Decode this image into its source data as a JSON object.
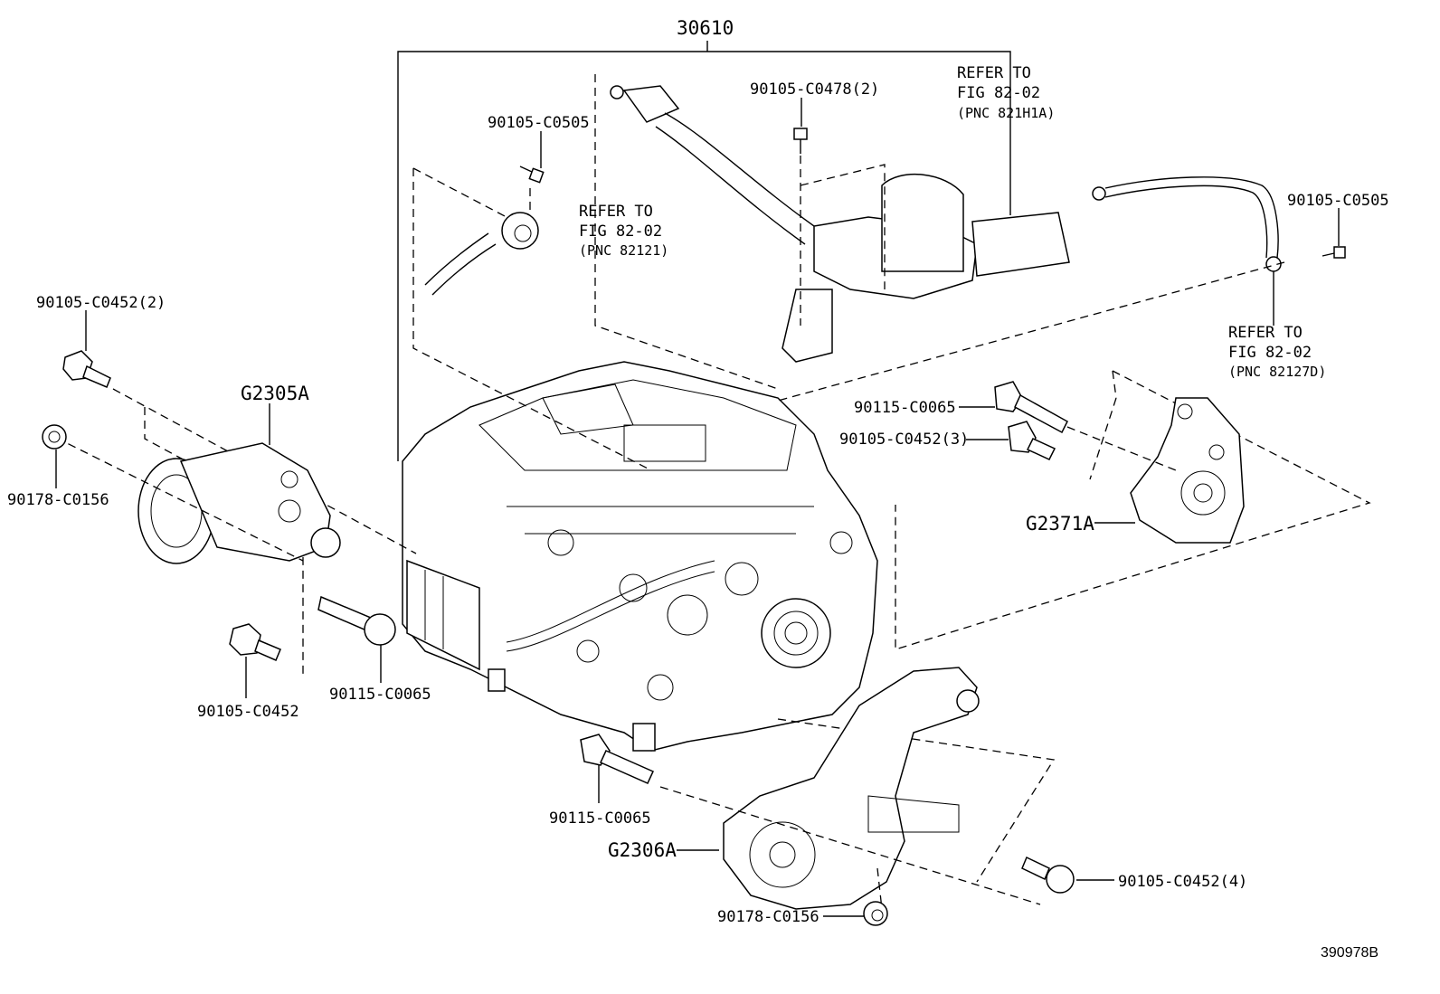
{
  "diagram": {
    "assembly_number": "30610",
    "figure_code": "390978B",
    "parts": {
      "bolt_top_center": "90105-C0478(2)",
      "bolt_upper_left": "90105-C0505",
      "bolt_right_cable": "90105-C0505",
      "bolt_left_upper": "90105-C0452(2)",
      "nut_left": "90178-C0156",
      "bolt_left_lower": "90105-C0452",
      "bolt_left_long": "90115-C0065",
      "bolt_right_long": "90115-C0065",
      "bolt_right_mid": "90105-C0452(3)",
      "bolt_bottom_long": "90115-C0065",
      "bolt_bottom_right": "90105-C0452(4)",
      "nut_bottom": "90178-C0156",
      "mount_left": "G2305A",
      "mount_right": "G2371A",
      "mount_bottom": "G2306A"
    },
    "references": {
      "top_right": {
        "line1": "REFER TO",
        "line2": "FIG 82-02",
        "line3": "(PNC 821H1A)"
      },
      "upper_left": {
        "line1": "REFER TO",
        "line2": "FIG 82-02",
        "line3": "(PNC 82121)"
      },
      "right": {
        "line1": "REFER TO",
        "line2": "FIG 82-02",
        "line3": "(PNC 82127D)"
      }
    }
  }
}
